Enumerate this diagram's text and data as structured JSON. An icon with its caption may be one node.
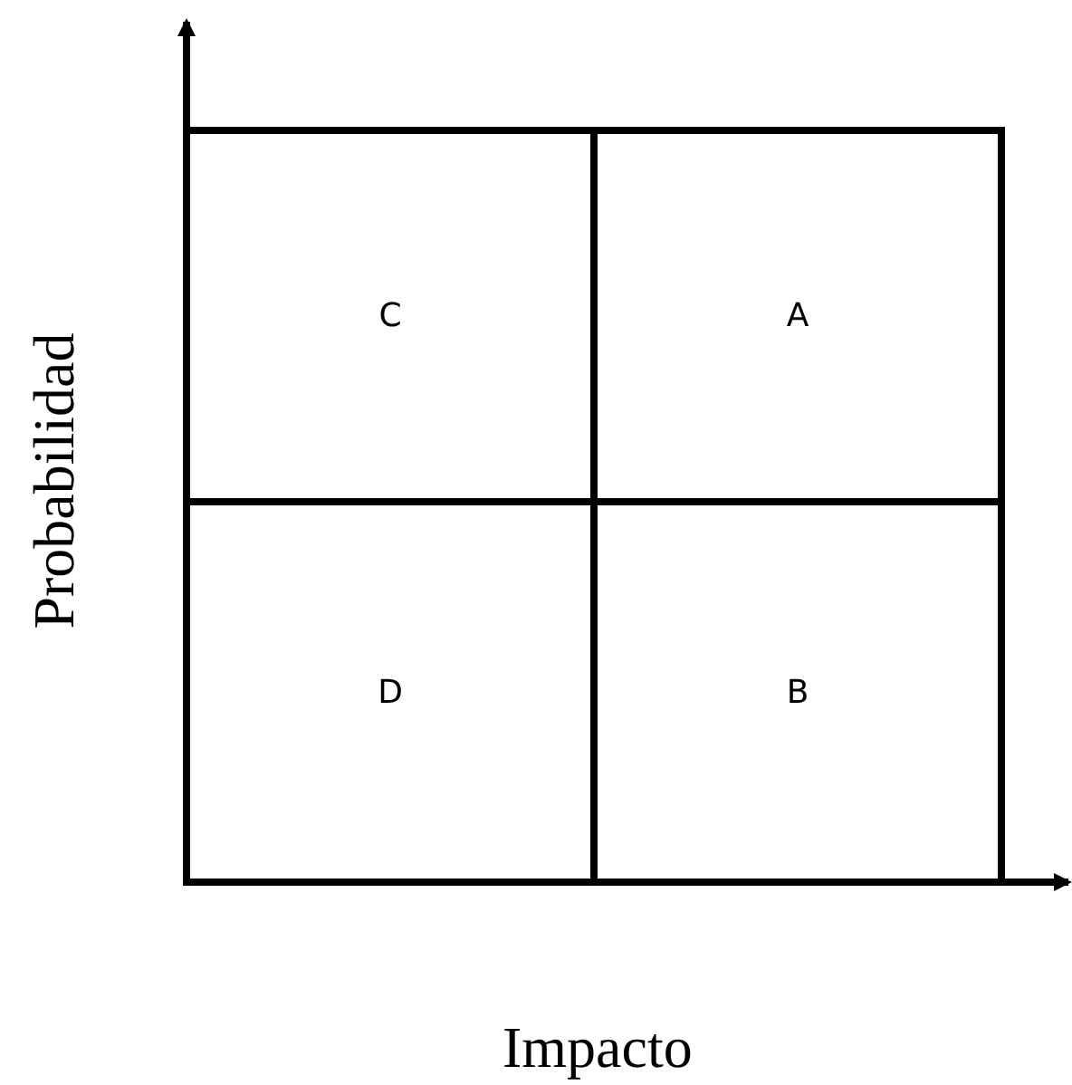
{
  "diagram": {
    "nodes": [
      {
        "text": [
          "C"
        ]
      },
      {
        "text": [
          "A"
        ]
      },
      {
        "text": [
          "D"
        ]
      },
      {
        "text": [
          "B"
        ]
      }
    ],
    "labels": [
      "Probabilidad",
      "Impacto"
    ]
  }
}
